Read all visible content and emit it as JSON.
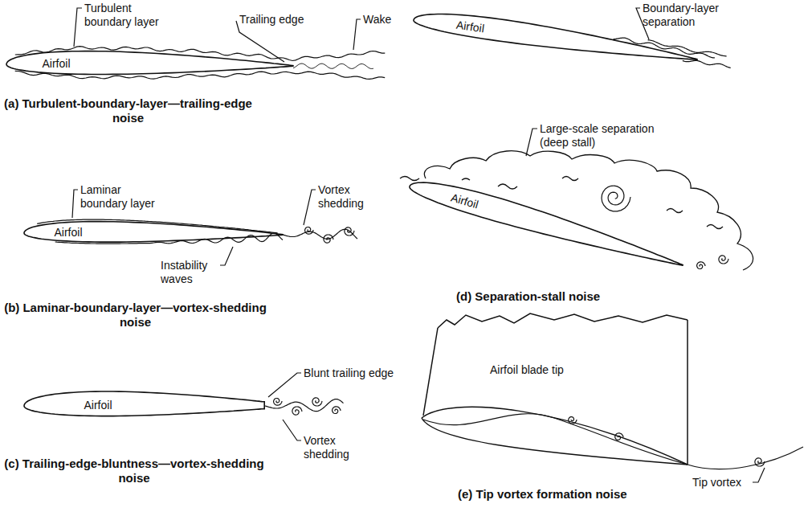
{
  "diagram": {
    "labels": [
      "Turbulent boundary layer",
      "Trailing edge",
      "Wake",
      "Airfoil",
      "(a) Turbulent-boundary-layer—trailing-edge noise",
      "Laminar boundary layer",
      "Vortex shedding",
      "Airfoil",
      "Instability waves",
      "(b) Laminar-boundary-layer—vortex-shedding noise",
      "Blunt trailing edge",
      "Airfoil",
      "Vortex shedding",
      "(c) Trailing-edge-bluntness—vortex-shedding noise",
      "Boundary-layer separation",
      "Airfoil",
      "Large-scale separation (deep stall)",
      "Airfoil",
      "(d) Separation-stall noise",
      "Airfoil blade tip",
      "Tip vortex",
      "(e) Tip vortex formation noise"
    ]
  }
}
